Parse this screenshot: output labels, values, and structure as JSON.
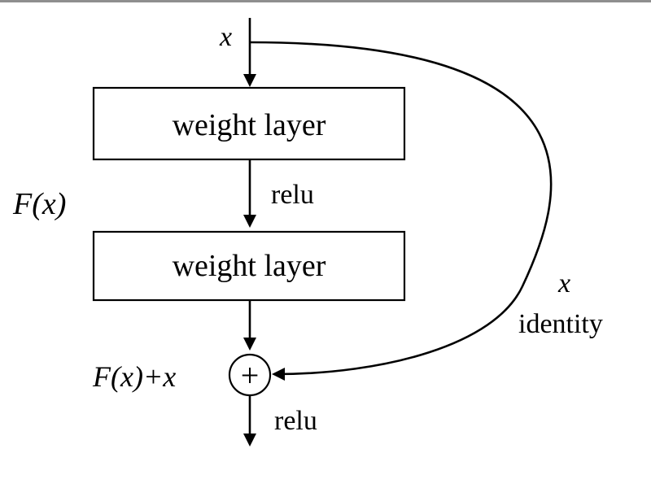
{
  "labels": {
    "input": "x",
    "weight_layer_1": "weight layer",
    "relu_1": "relu",
    "f_of_x": "F(x)",
    "weight_layer_2": "weight layer",
    "sum": "F(x)+x",
    "plus": "+",
    "relu_2": "relu",
    "identity_var": "x",
    "identity": "identity"
  }
}
